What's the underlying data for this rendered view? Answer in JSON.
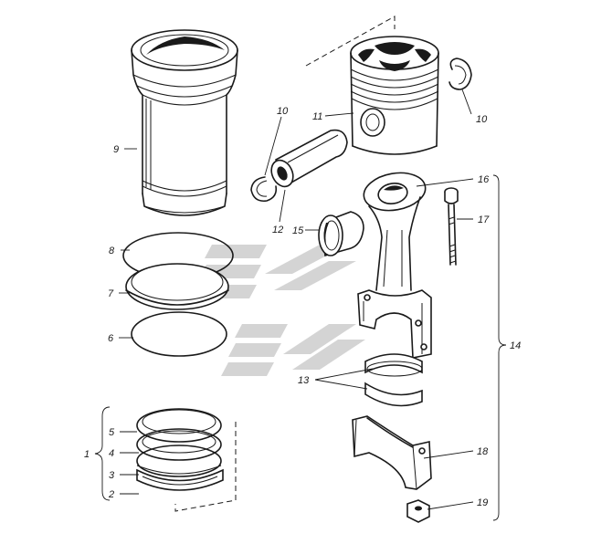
{
  "parts": [
    {
      "id": "cylinder-liner",
      "number": "9"
    },
    {
      "id": "piston",
      "number": "11"
    },
    {
      "id": "retaining-ring-left",
      "number": "10"
    },
    {
      "id": "retaining-ring-right",
      "number": "10"
    },
    {
      "id": "piston-pin",
      "number": "12"
    },
    {
      "id": "pin-bushing",
      "number": "15"
    },
    {
      "id": "connecting-rod-mark",
      "number": "16"
    },
    {
      "id": "rod-bolt",
      "number": "17"
    },
    {
      "id": "seal-ring-upper",
      "number": "8"
    },
    {
      "id": "seal-ring-middle",
      "number": "7"
    },
    {
      "id": "seal-ring-lower",
      "number": "6"
    },
    {
      "id": "connecting-rod-assembly",
      "number": "14"
    },
    {
      "id": "bearing-shells",
      "number": "13"
    },
    {
      "id": "piston-ring-set",
      "number": "1"
    },
    {
      "id": "compression-ring-top",
      "number": "5"
    },
    {
      "id": "compression-ring-second",
      "number": "4"
    },
    {
      "id": "oil-ring",
      "number": "3"
    },
    {
      "id": "oil-ring-expander",
      "number": "2"
    },
    {
      "id": "rod-cap",
      "number": "18"
    },
    {
      "id": "rod-nut",
      "number": "19"
    }
  ],
  "watermark_color": "#c8c8c8",
  "line_color": "#1a1a1a"
}
